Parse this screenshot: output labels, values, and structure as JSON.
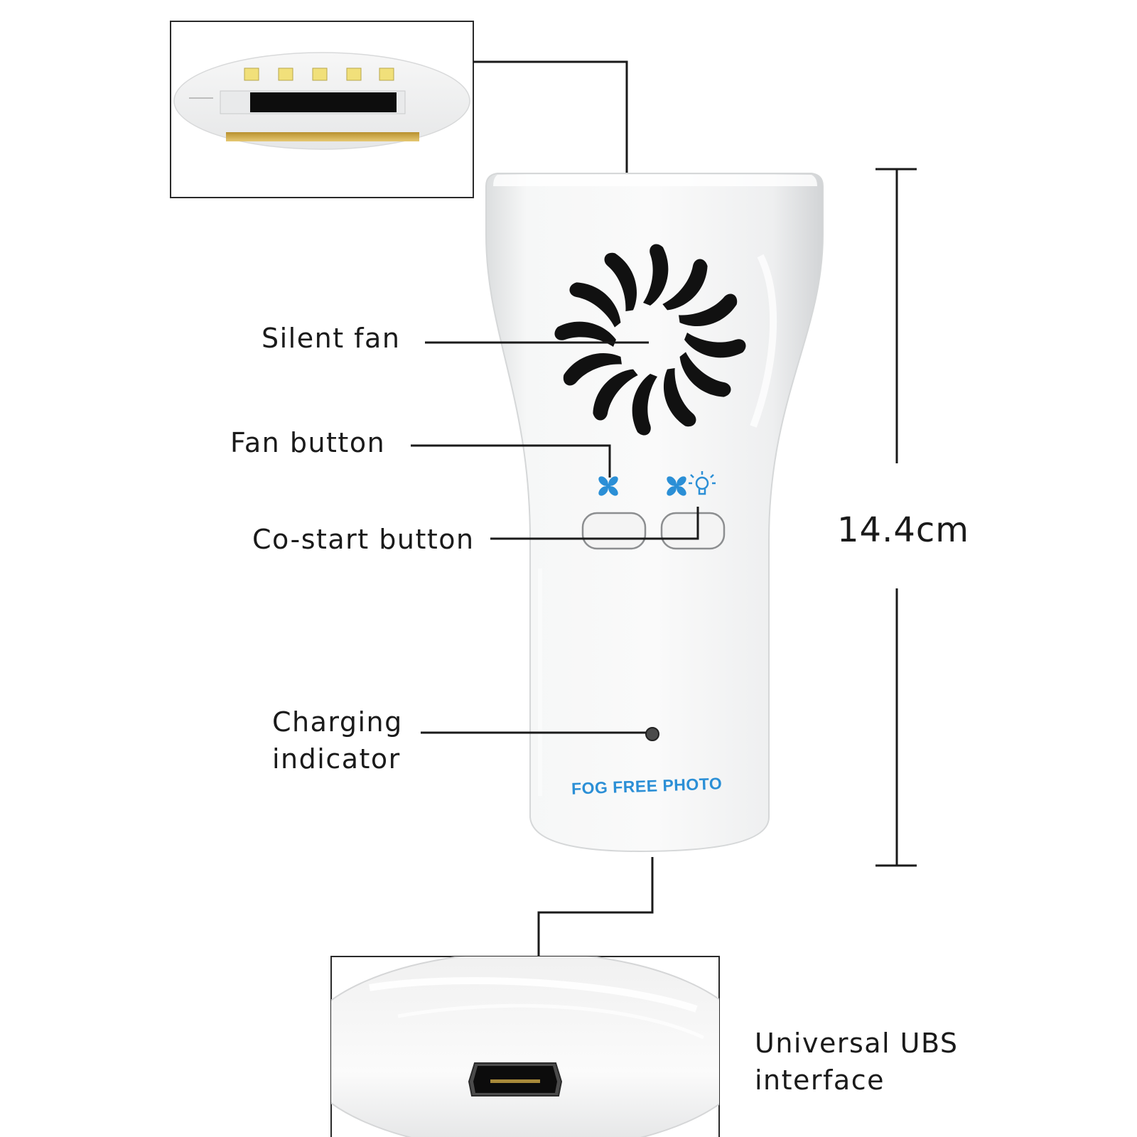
{
  "labels": {
    "silent_fan": "Silent fan",
    "fan_button": "Fan button",
    "co_start_button": "Co-start button",
    "charging_indicator": [
      "Charging",
      "indicator"
    ],
    "usb_interface": [
      "Universal UBS",
      "interface"
    ]
  },
  "dimension": {
    "height_value": "14.4cm"
  },
  "device": {
    "brand_text": "FOG FREE PHOTO"
  },
  "colors": {
    "background": "#ffffff",
    "leader_line": "#1a1a1a",
    "device_body": "#f3f4f5",
    "icon_blue": "#2b8fd6",
    "led_yellow": "#f1e07a",
    "uv_strip": "#d9b24a"
  },
  "icons": [
    "fan-icon",
    "fan-button-icon",
    "light-bulb-icon",
    "micro-usb-port-icon"
  ]
}
